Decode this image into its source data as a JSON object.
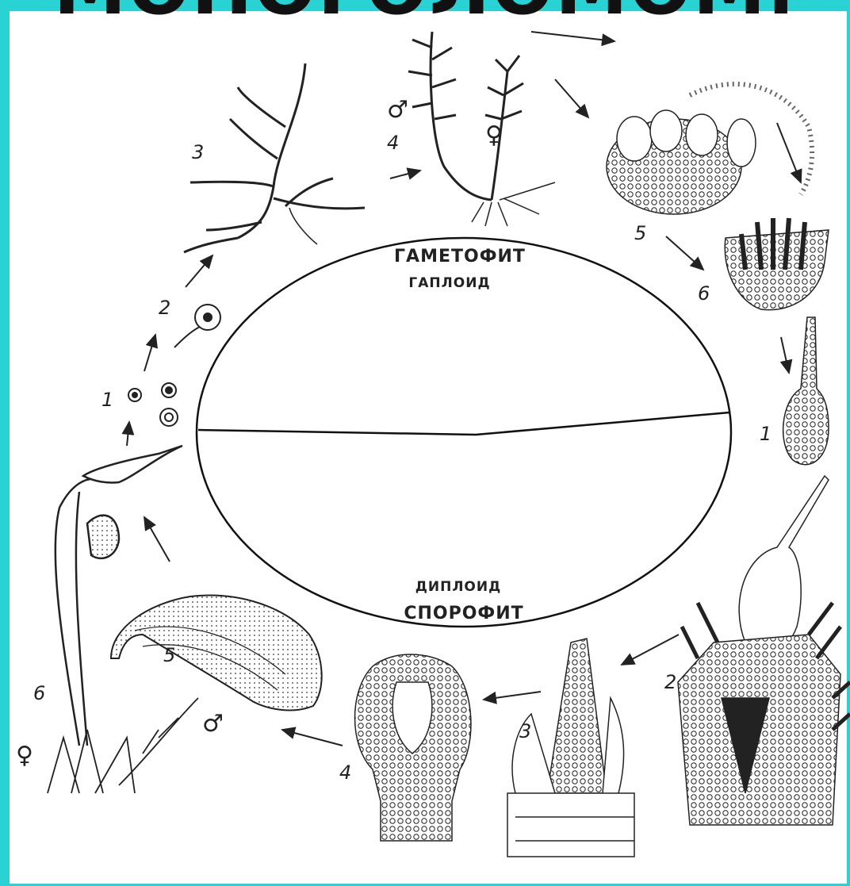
{
  "title": "МОНОГОЛОМОМ.",
  "diagram": {
    "top_half": {
      "line1": "ГАМЕТОФИТ",
      "line2": "ГАПЛОИД"
    },
    "bottom_half": {
      "line1": "ДИПЛОИД",
      "line2": "СПОРОФИТ"
    },
    "gametophyte_stages": [
      "1",
      "2",
      "3",
      "4",
      "5",
      "6"
    ],
    "sporophyte_stages": [
      "1",
      "2",
      "3",
      "4",
      "5",
      "6"
    ],
    "symbols": {
      "male": "♂",
      "female": "♀"
    }
  }
}
